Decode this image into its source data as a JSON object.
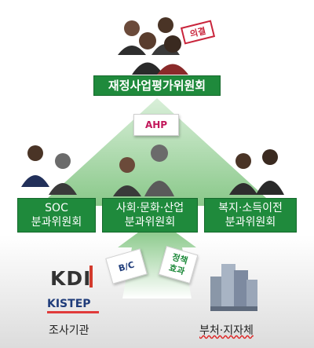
{
  "top_committee": "재정사업평가위원회",
  "stamp": "의결",
  "ahp": "AHP",
  "subcommittees": [
    {
      "line1": "SOC",
      "line2": "분과위원회"
    },
    {
      "line1": "사회·문화·산업",
      "line2": "분과위원회"
    },
    {
      "line1": "복지·소득이전",
      "line2": "분과위원회"
    }
  ],
  "bc": "B/C",
  "policy_effect": {
    "line1": "정책",
    "line2": "효과"
  },
  "institutions": {
    "kdi": "KDI",
    "kistep": "KISTEP",
    "label": "조사기관"
  },
  "ministries": {
    "label": "부처·지자체"
  },
  "colors": {
    "green": "#1f8a3c",
    "arrow_light": "#cfe8cf",
    "arrow_dark": "#6fb86f",
    "stamp_red": "#c9243b"
  }
}
